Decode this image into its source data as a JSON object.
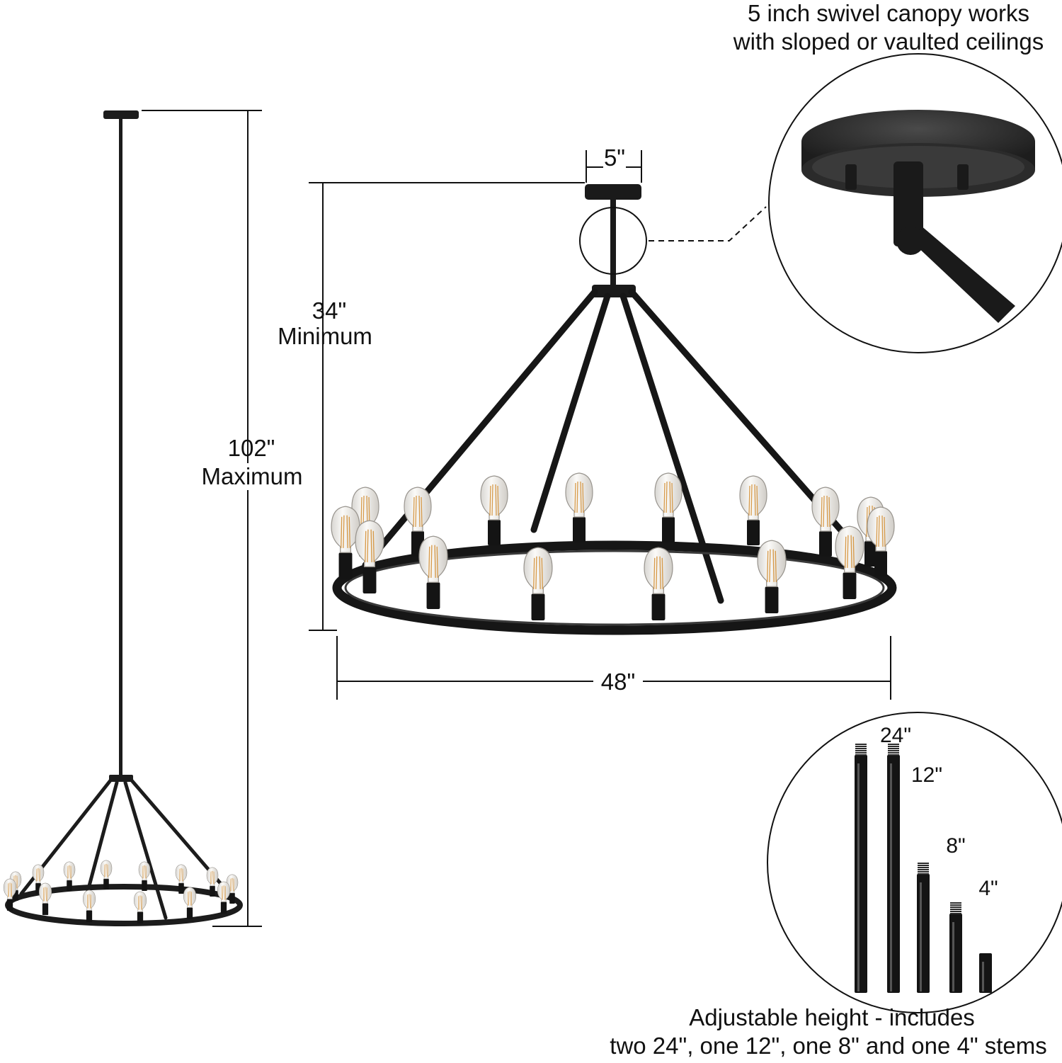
{
  "callouts": {
    "canopy_line1": "5 inch swivel canopy works",
    "canopy_line2": "with sloped or vaulted ceilings",
    "stems_line1": "Adjustable height - includes",
    "stems_line2": "two 24\", one 12\", one 8\" and one 4\" stems"
  },
  "dimensions": {
    "canopy_width": "5\"",
    "min_height_value": "34\"",
    "min_height_label": "Minimum",
    "max_height_value": "102\"",
    "max_height_label": "Maximum",
    "diameter": "48\""
  },
  "stems": [
    {
      "label": "24\"",
      "inches": 24
    },
    {
      "label": "24\"",
      "inches": 24
    },
    {
      "label": "12\"",
      "inches": 12
    },
    {
      "label": "8\"",
      "inches": 8
    },
    {
      "label": "4\"",
      "inches": 4
    }
  ],
  "colors": {
    "metal": "#141414",
    "line": "#1a1a1a",
    "bulb_glass": "#f4f2ee",
    "filament": "#d69a4a"
  }
}
